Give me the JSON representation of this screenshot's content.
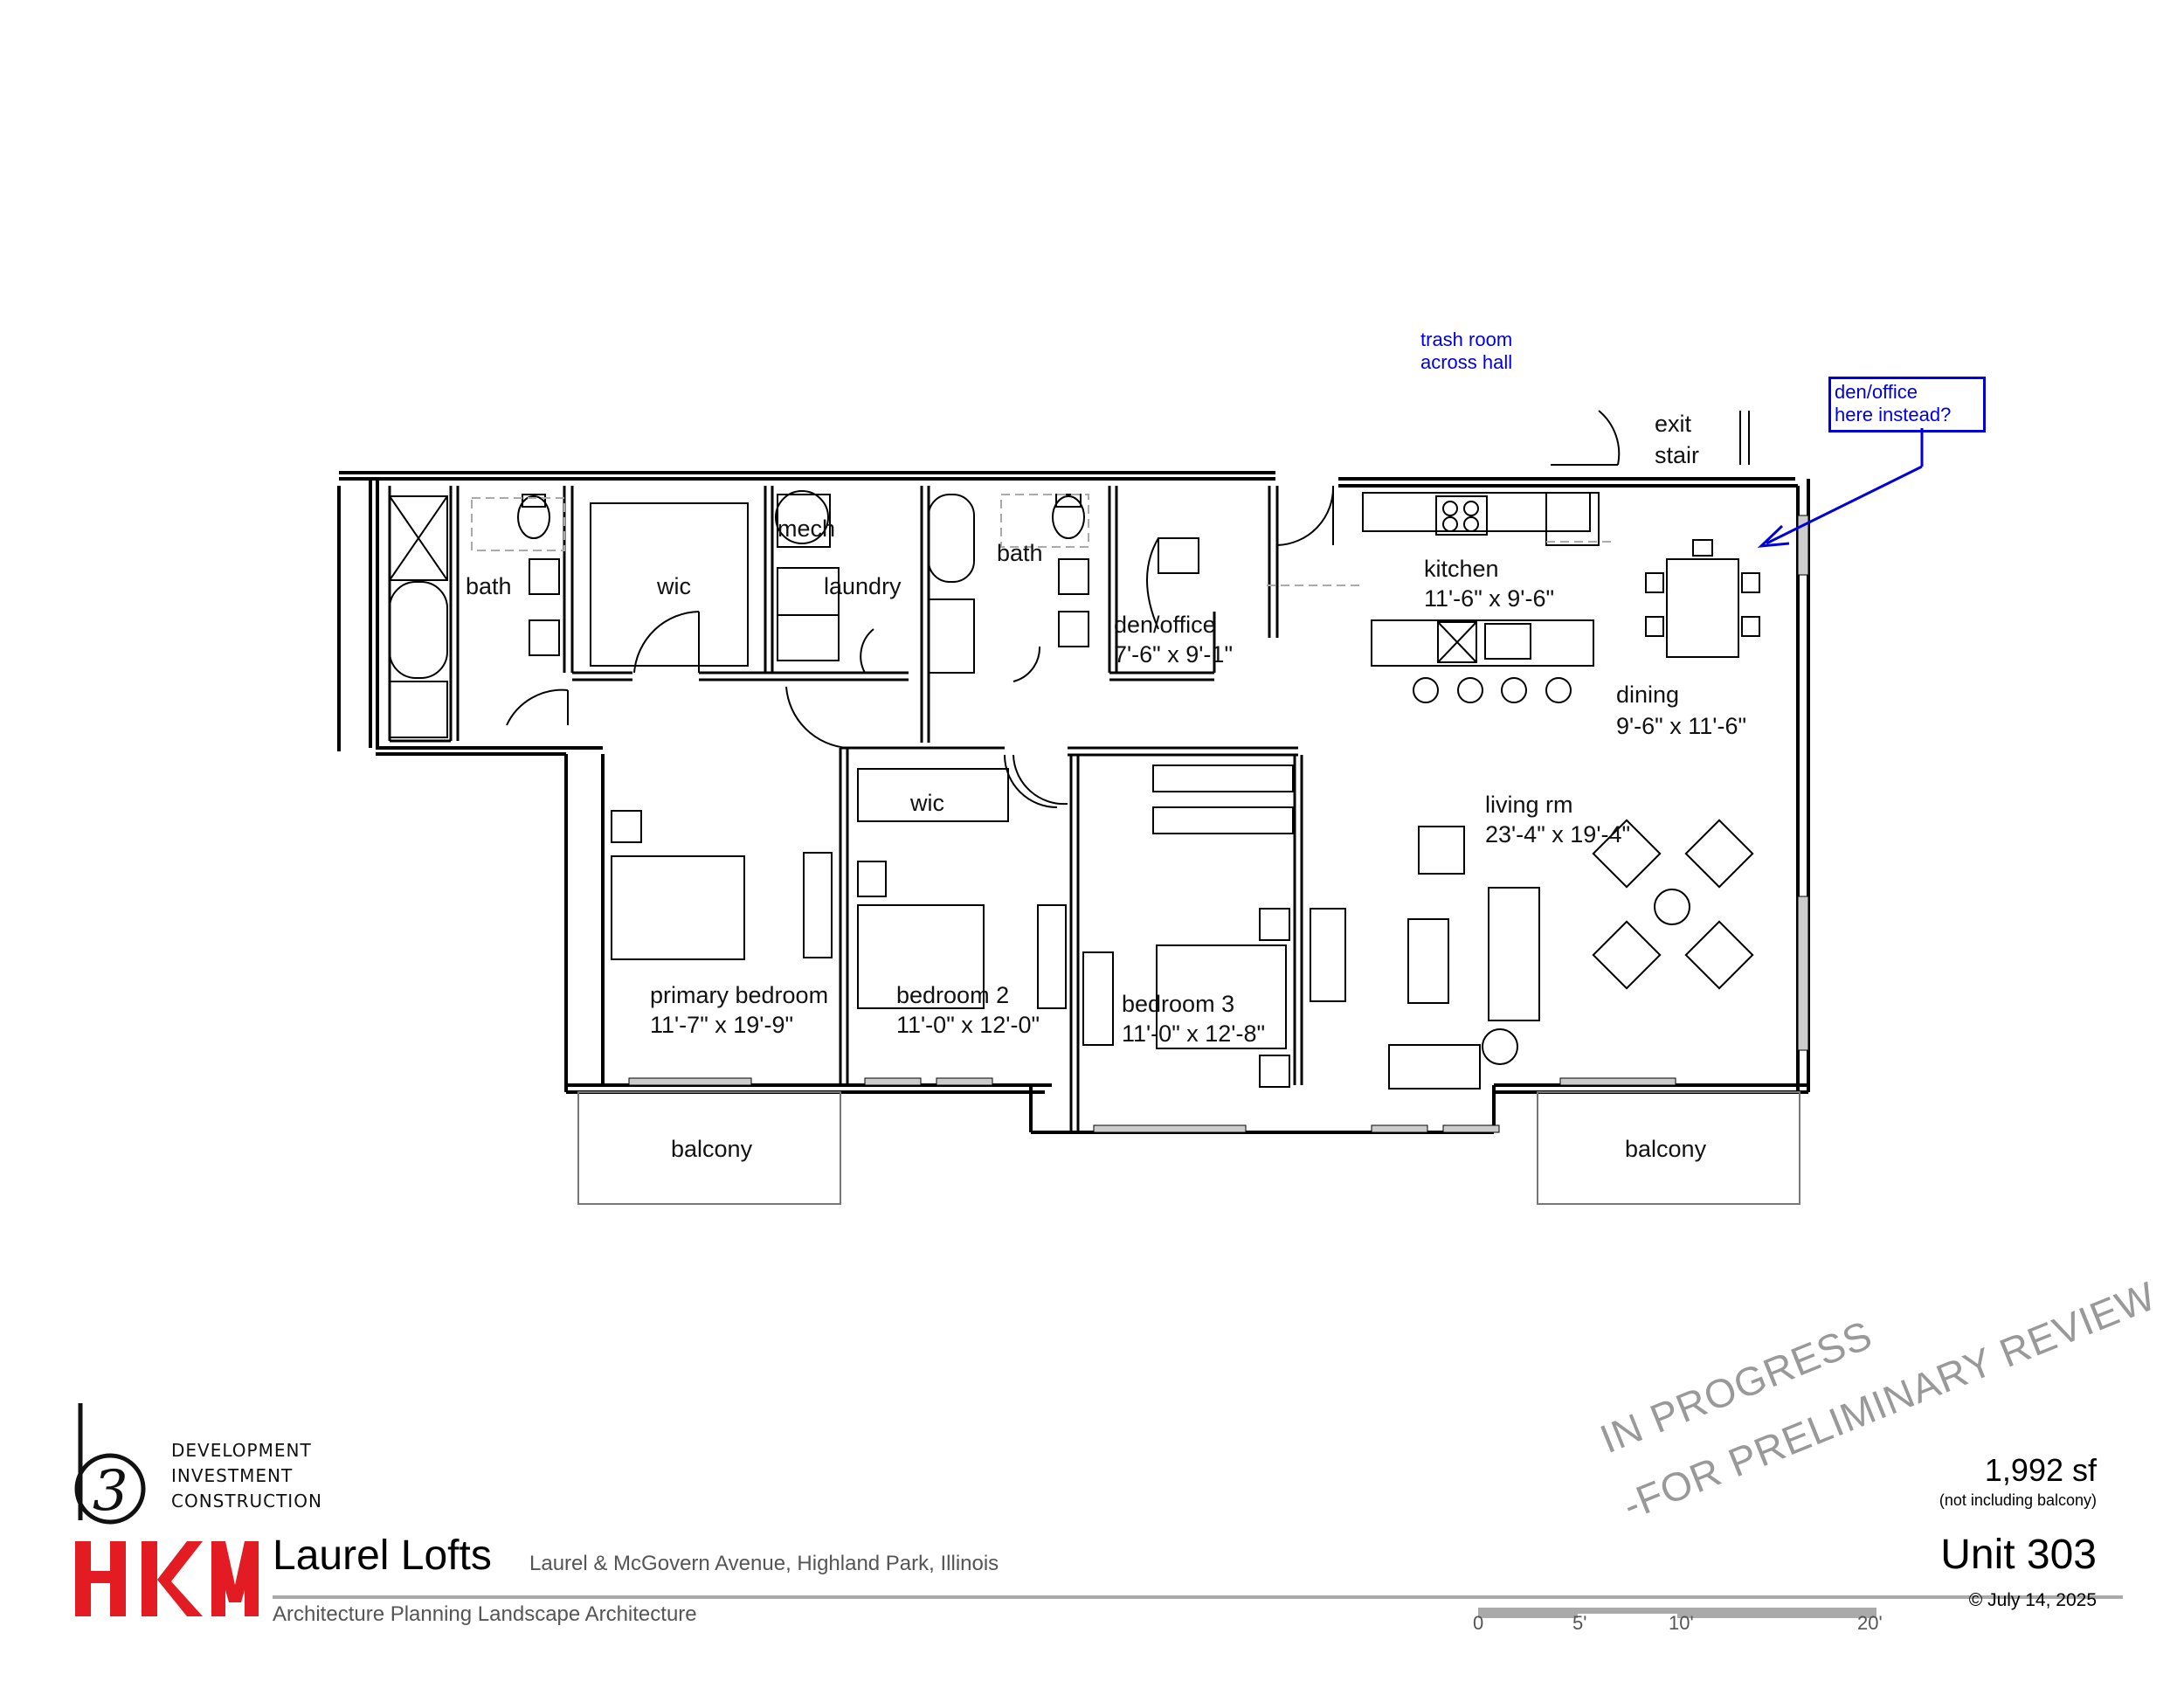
{
  "rooms": {
    "bath_primary": "bath",
    "wic_primary": "wic",
    "mech": "mech",
    "laundry": "laundry",
    "bath_hall": "bath",
    "den_office": "den/office",
    "den_office_dim": "7'-6\" x 9'-1\"",
    "kitchen": "kitchen",
    "kitchen_dim": "11'-6\" x 9'-6\"",
    "dining": "dining",
    "dining_dim": "9'-6\" x 11'-6\"",
    "living": "living rm",
    "living_dim": "23'-4\" x 19'-4\"",
    "wic_bed2": "wic",
    "primary_bedroom": "primary bedroom",
    "primary_bedroom_dim": "11'-7\" x 19'-9\"",
    "bedroom2": "bedroom 2",
    "bedroom2_dim": "11'-0\" x 12'-0\"",
    "bedroom3": "bedroom 3",
    "bedroom3_dim": "11'-0\" x 12'-8\"",
    "balcony_left": "balcony",
    "balcony_right": "balcony",
    "exit": "exit",
    "stair": "stair"
  },
  "annotations": {
    "trash_line1": "trash room",
    "trash_line2": "across hall",
    "den_note_line1": "den/office",
    "den_note_line2": "here instead?",
    "color": "#0000dd"
  },
  "watermark": {
    "line1": "IN PROGRESS",
    "line2": "-FOR PRELIMINARY REVIEW"
  },
  "b3_logo": {
    "mark": "b3",
    "line1": "DEVELOPMENT",
    "line2": "INVESTMENT",
    "line3": "CONSTRUCTION"
  },
  "title_block": {
    "firm_logo": "HKM",
    "project": "Laurel Lofts",
    "address": "Laurel & McGovern Avenue, Highland Park, Illinois",
    "firm_services": "Architecture  Planning  Landscape Architecture",
    "area": "1,992 sf",
    "area_note": "(not including balcony)",
    "unit": "Unit 303",
    "date": "© July 14, 2025",
    "brand_red": "#e31b23"
  },
  "scale_bar": {
    "labels": [
      "0",
      "5'",
      "10'",
      "20'"
    ]
  }
}
